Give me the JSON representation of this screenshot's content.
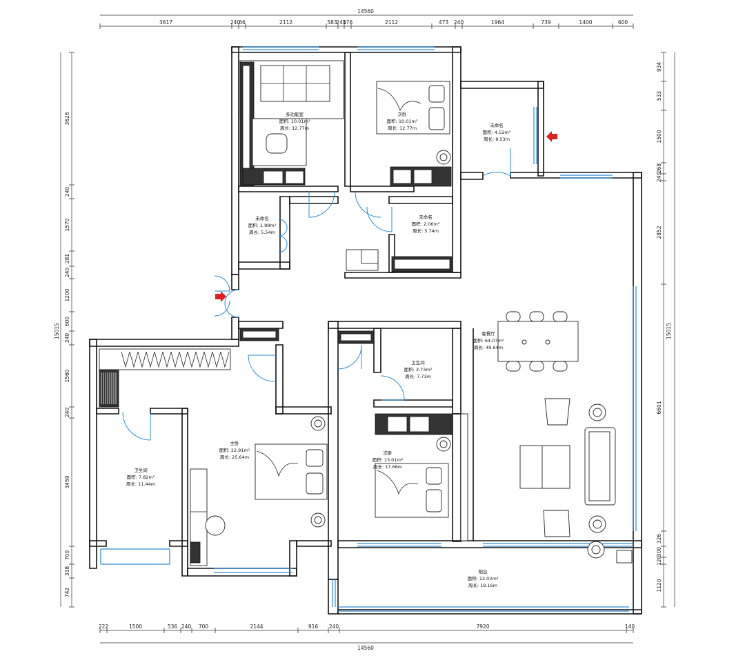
{
  "dimensions": {
    "top_total": "14560",
    "top_segments": [
      "3617",
      "240",
      "66",
      "2112",
      "583",
      "240",
      "176",
      "2112",
      "473",
      "240",
      "1964",
      "739",
      "1400",
      "600"
    ],
    "bottom_total": "14560",
    "bottom_segments": [
      "222",
      "1500",
      "536",
      "240",
      "700",
      "2144",
      "916",
      "240",
      "7920",
      "140"
    ],
    "left_total": "15015",
    "left_segments": [
      "3626",
      "240",
      "1570",
      "281",
      "240",
      "1200",
      "600",
      "240",
      "1560",
      "240",
      "3459",
      "700",
      "318",
      "742"
    ],
    "right_total": "15015",
    "right_segments": [
      "934",
      "533",
      "1500",
      "268",
      "240",
      "2852",
      "6601",
      "326",
      "300",
      "120",
      "1120"
    ]
  },
  "rooms": [
    {
      "name": "多功能室",
      "area": "面积: 10.01m²",
      "perimeter": "周长: 12.77m"
    },
    {
      "name": "次卧",
      "area": "面积: 10.01m²",
      "perimeter": "周长: 12.77m"
    },
    {
      "name": "未命名",
      "area": "面积: 4.52m²",
      "perimeter": "周长: 8.53m"
    },
    {
      "name": "未命名",
      "area": "面积: 1.88m²",
      "perimeter": "周长: 5.54m"
    },
    {
      "name": "未命名",
      "area": "面积: 2.06m²",
      "perimeter": "周长: 5.74m"
    },
    {
      "name": "客餐厅",
      "area": "面积: 64.07m²",
      "perimeter": "周长: 49.64m"
    },
    {
      "name": "卫生间",
      "area": "面积: 3.73m²",
      "perimeter": "周长: 7.73m"
    },
    {
      "name": "主卧",
      "area": "面积: 22.91m²",
      "perimeter": "周长: 25.64m"
    },
    {
      "name": "次卧",
      "area": "面积: 13.01m²",
      "perimeter": "周长: 17.66m"
    },
    {
      "name": "卫生间",
      "area": "面积: 7.82m²",
      "perimeter": "周长: 11.44m"
    },
    {
      "name": "阳台",
      "area": "面积: 12.02m²",
      "perimeter": "周长: 19.16m"
    }
  ],
  "colors": {
    "wall": "#111111",
    "window": "#2a8bd6",
    "entry_arrow": "#e02020"
  }
}
